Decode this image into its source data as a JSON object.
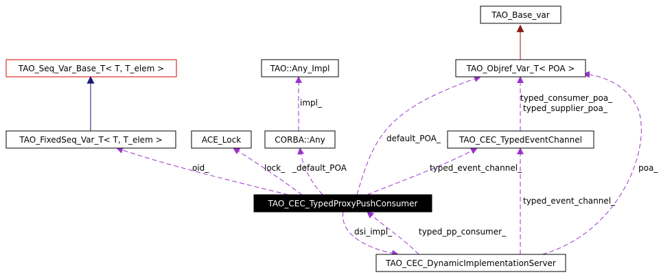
{
  "nodes": {
    "base_var": "TAO_Base_var",
    "seq_var_base": "TAO_Seq_Var_Base_T< T, T_elem >",
    "any_impl": "TAO::Any_Impl",
    "objref_var": "TAO_Objref_Var_T< POA >",
    "fixedseq_var": "TAO_FixedSeq_Var_T< T, T_elem >",
    "ace_lock": "ACE_Lock",
    "corba_any": "CORBA::Any",
    "typed_event_channel": "TAO_CEC_TypedEventChannel",
    "typed_proxy_push_consumer": "TAO_CEC_TypedProxyPushConsumer",
    "dynamic_impl_server": "TAO_CEC_DynamicImplementationServer"
  },
  "edge_labels": {
    "impl": "impl_",
    "oid": "oid_",
    "lock": "lock_",
    "default_poa_1": "_default_POA",
    "default_poa_2": "default_POA_",
    "typed_consumer_poa": "typed_consumer_poa_",
    "typed_supplier_poa": "typed_supplier_poa_",
    "typed_event_channel_1": "typed_event_channel_",
    "typed_event_channel_2": "typed_event_channel_",
    "poa": "poa_",
    "dsi_impl": "dsi_impl_",
    "typed_pp_consumer": "typed_pp_consumer_"
  },
  "colors": {
    "usage_edge": "#9a32cd",
    "inherit_blue": "#191970",
    "inherit_red": "#8b1a1a",
    "template_border": "#d40000"
  }
}
